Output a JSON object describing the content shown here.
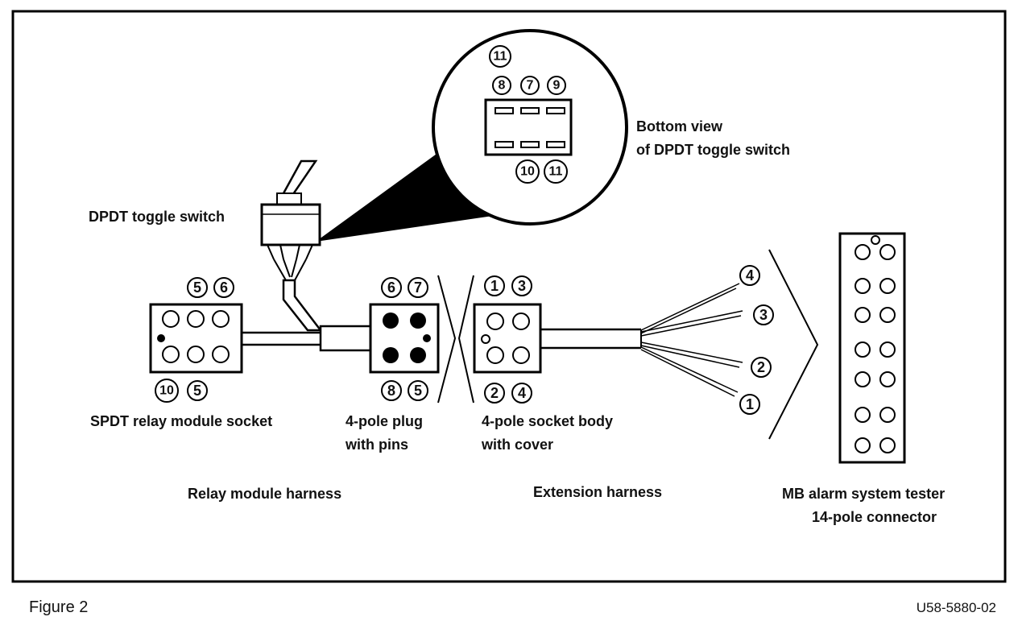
{
  "labels": {
    "toggle_switch": "DPDT toggle switch",
    "bottom_view_line1": "Bottom view",
    "bottom_view_line2": "of  DPDT toggle switch",
    "relay_socket": "SPDT relay module socket",
    "plug_line1": "4-pole plug",
    "plug_line2": "with pins",
    "socket_line1": "4-pole socket body",
    "socket_line2": "with cover",
    "relay_harness": "Relay module harness",
    "extension_harness": "Extension harness",
    "tester_line1": "MB alarm system tester",
    "tester_line2": "14-pole connector"
  },
  "pins": {
    "bottom_view_top": "11",
    "bottom_view_row": [
      "8",
      "7",
      "9"
    ],
    "bottom_view_bottom": [
      "10",
      "11"
    ],
    "relay_top": [
      "5",
      "6"
    ],
    "relay_bottom": [
      "10",
      "5"
    ],
    "plug_top": [
      "6",
      "7"
    ],
    "plug_bottom": [
      "8",
      "5"
    ],
    "socket_top": [
      "1",
      "3"
    ],
    "socket_bottom": [
      "2",
      "4"
    ],
    "wires": [
      "4",
      "3",
      "2",
      "1"
    ]
  },
  "caption": {
    "figure": "Figure 2",
    "code": "U58-5880-02"
  }
}
